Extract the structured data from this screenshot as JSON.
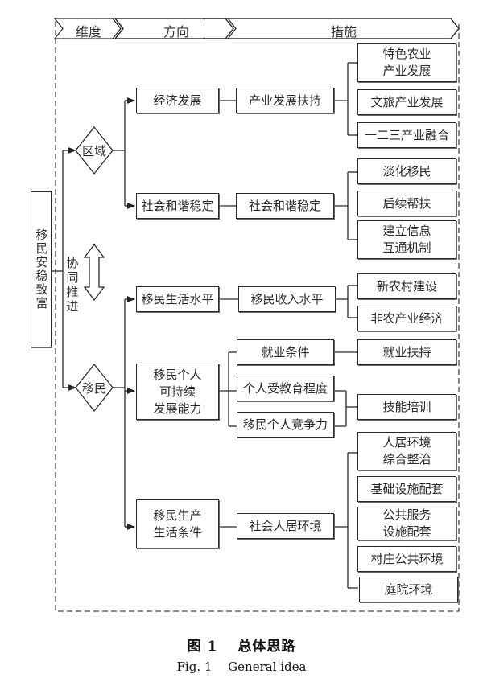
{
  "header": {
    "col1": "维度",
    "col2": "方向",
    "col3": "措施"
  },
  "root": "移民安稳致富",
  "side_label": "协同推进",
  "dimensions": {
    "region": "区域",
    "migrant": "移民"
  },
  "directions": {
    "economic": "经济发展",
    "social_harmony": "社会和谐稳定",
    "living_standard": "移民生活水平",
    "sustainable": "移民个人\n可持续\n发展能力",
    "production_living": "移民生产\n生活条件"
  },
  "sub_directions": {
    "industry_support": "产业发展扶持",
    "social_stability": "社会和谐稳定",
    "income": "移民收入水平",
    "employment_conditions": "就业条件",
    "education": "个人受教育程度",
    "competitiveness": "移民个人竞争力",
    "living_environment": "社会人居环境"
  },
  "measures": {
    "special_agriculture": "特色农业\n产业发展",
    "culture_tourism": "文旅产业发展",
    "industry_integration": "一二三产业融合",
    "dilute_migrant": "淡化移民",
    "follow_up_support": "后续帮扶",
    "info_mechanism": "建立信息\n互通机制",
    "new_countryside": "新农村建设",
    "non_agri_economy": "非农产业经济",
    "employment_support": "就业扶持",
    "skill_training": "技能培训",
    "env_improvement": "人居环境\n综合整治",
    "infrastructure": "基础设施配套",
    "public_service": "公共服务\n设施配套",
    "village_env": "村庄公共环境",
    "courtyard_env": "庭院环境"
  },
  "caption": {
    "cn": "图 1　 总体思路",
    "en": "Fig. 1　 General idea"
  }
}
